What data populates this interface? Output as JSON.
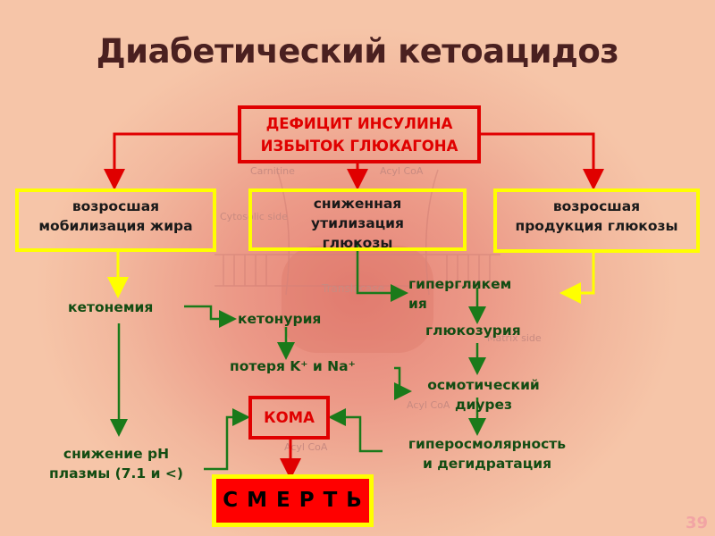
{
  "title": "Диабетический кетоацидоз",
  "top_box": {
    "line1": "ДЕФИЦИТ ИНСУЛИНА",
    "line2": "ИЗБЫТОК ГЛЮКАГОНА"
  },
  "boxes": {
    "left": {
      "line1": "возросшая",
      "line2": "мобилизация жира"
    },
    "center": {
      "line1": "сниженная",
      "line2": "утилизация",
      "line3": "глюкозы"
    },
    "right": {
      "line1": "возросшая",
      "line2": "продукция глюкозы"
    }
  },
  "labels": {
    "ketonemia": "кетонемия",
    "ketonuria": "кетонурия",
    "hyperglycemia_1": "гипергликем",
    "hyperglycemia_2": "ия",
    "glucosuria": "глюкозурия",
    "k_na_loss": "потеря K⁺ и Na⁺",
    "osmotic_1": "осмотический",
    "osmotic_2": "диурез",
    "ph_1": "снижение pH",
    "ph_2": "плазмы (7.1 и <)",
    "hyperosm_1": "гиперосмолярность",
    "hyperosm_2": "и дегидратация"
  },
  "coma": "КОМА",
  "death": "С М Е Р Т Ь",
  "page_number": "39",
  "background_text": {
    "cytosolic_side": "Cytosolic side",
    "translocase": "Translocase",
    "matrix_side": "Matrix side",
    "acyl_coa_1": "Acyl CoA",
    "acyl_coa_2": "Acyl CoA",
    "acyl_coa_3": "Acyl CoA",
    "carnitine": "Carnitine"
  },
  "colors": {
    "title": "#4a2020",
    "yellow_border": "#ffff00",
    "red_border": "#e00000",
    "green_text": "#134d13",
    "green_arrow": "#1a7a1a",
    "red_arrow": "#e00000",
    "yellow_arrow": "#ffff00"
  }
}
